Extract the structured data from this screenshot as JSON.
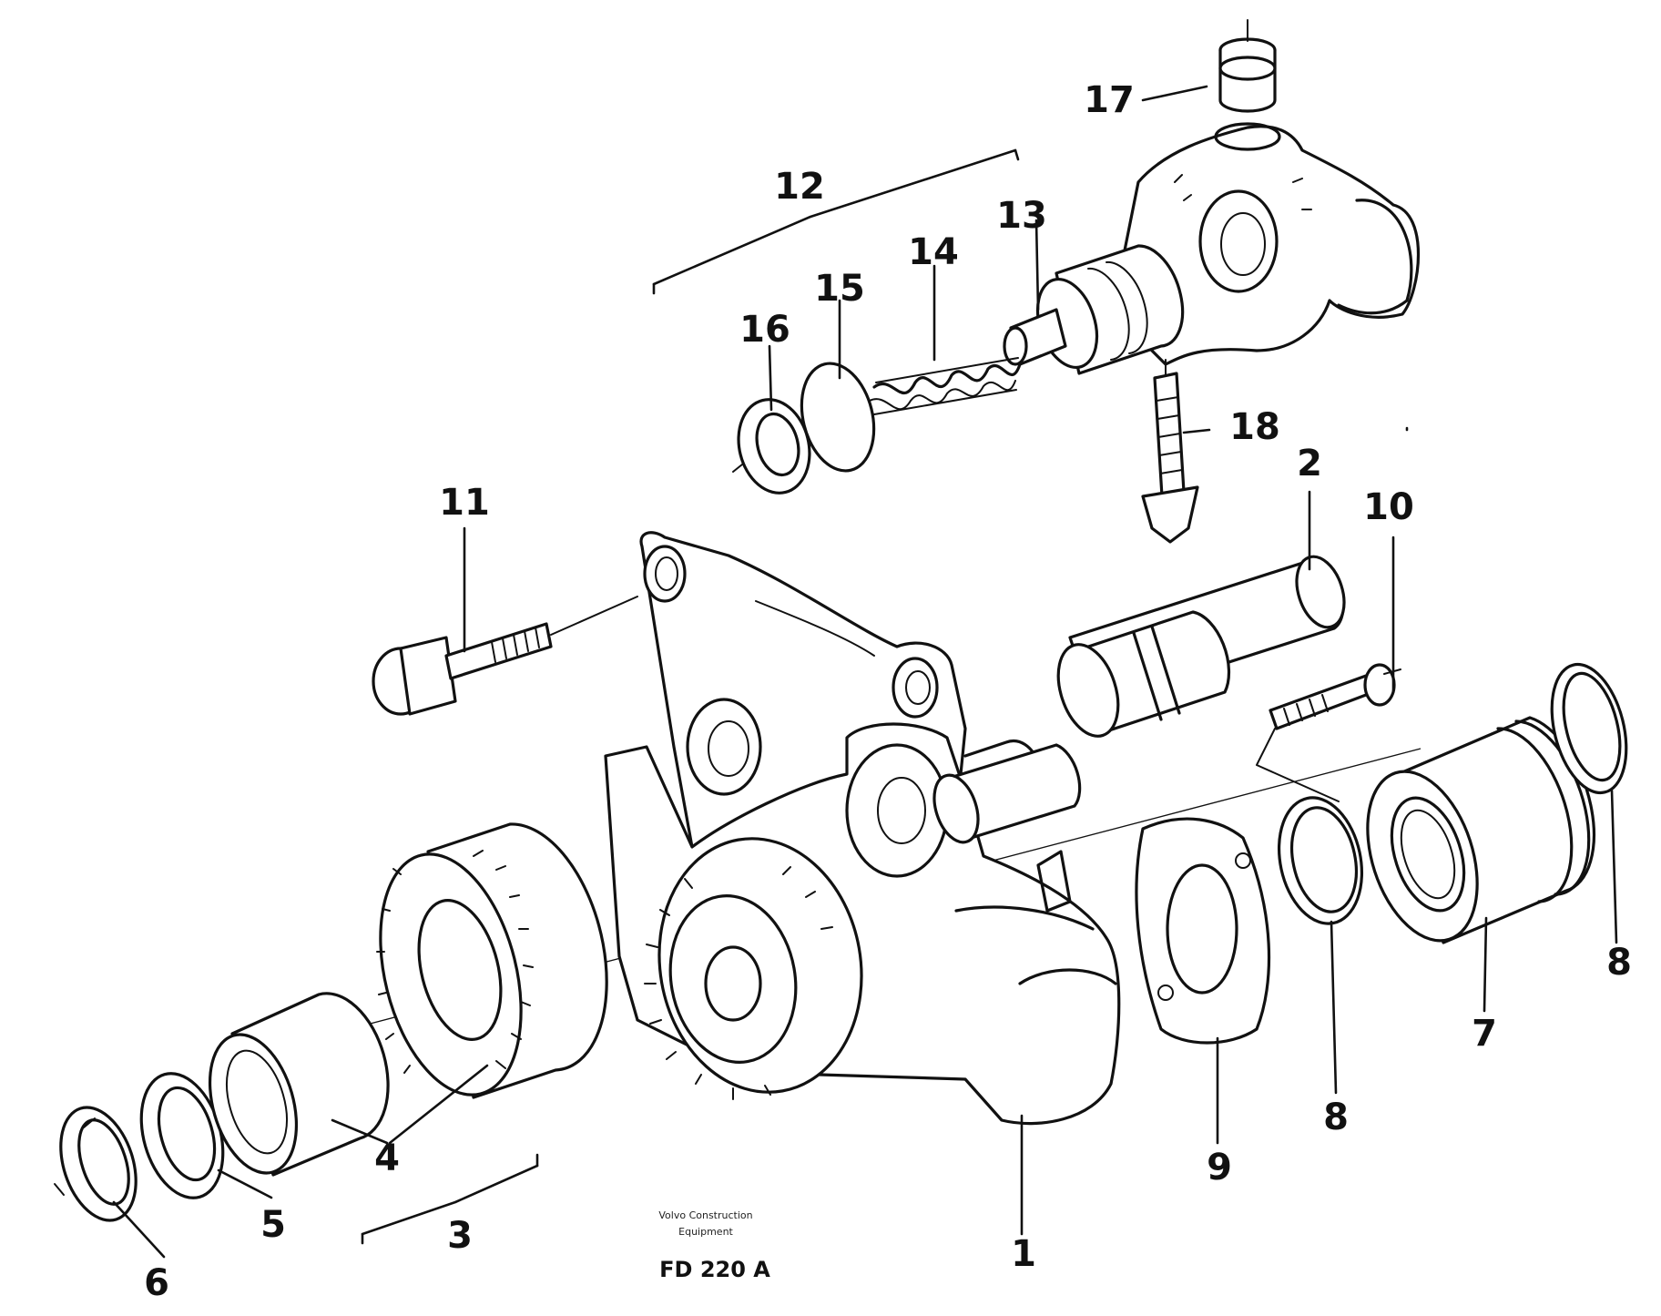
{
  "diagram": {
    "callouts": {
      "c1": "1",
      "c2": "2",
      "c3": "3",
      "c4": "4",
      "c5": "5",
      "c6": "6",
      "c7": "7",
      "c8a": "8",
      "c8b": "8",
      "c9": "9",
      "c10": "10",
      "c11": "11",
      "c12": "12",
      "c13": "13",
      "c14": "14",
      "c15": "15",
      "c16": "16",
      "c17": "17",
      "c18": "18"
    },
    "reference_code": "FD 220 A",
    "caption_line1": "Volvo Construction",
    "caption_line2": "Equipment"
  }
}
